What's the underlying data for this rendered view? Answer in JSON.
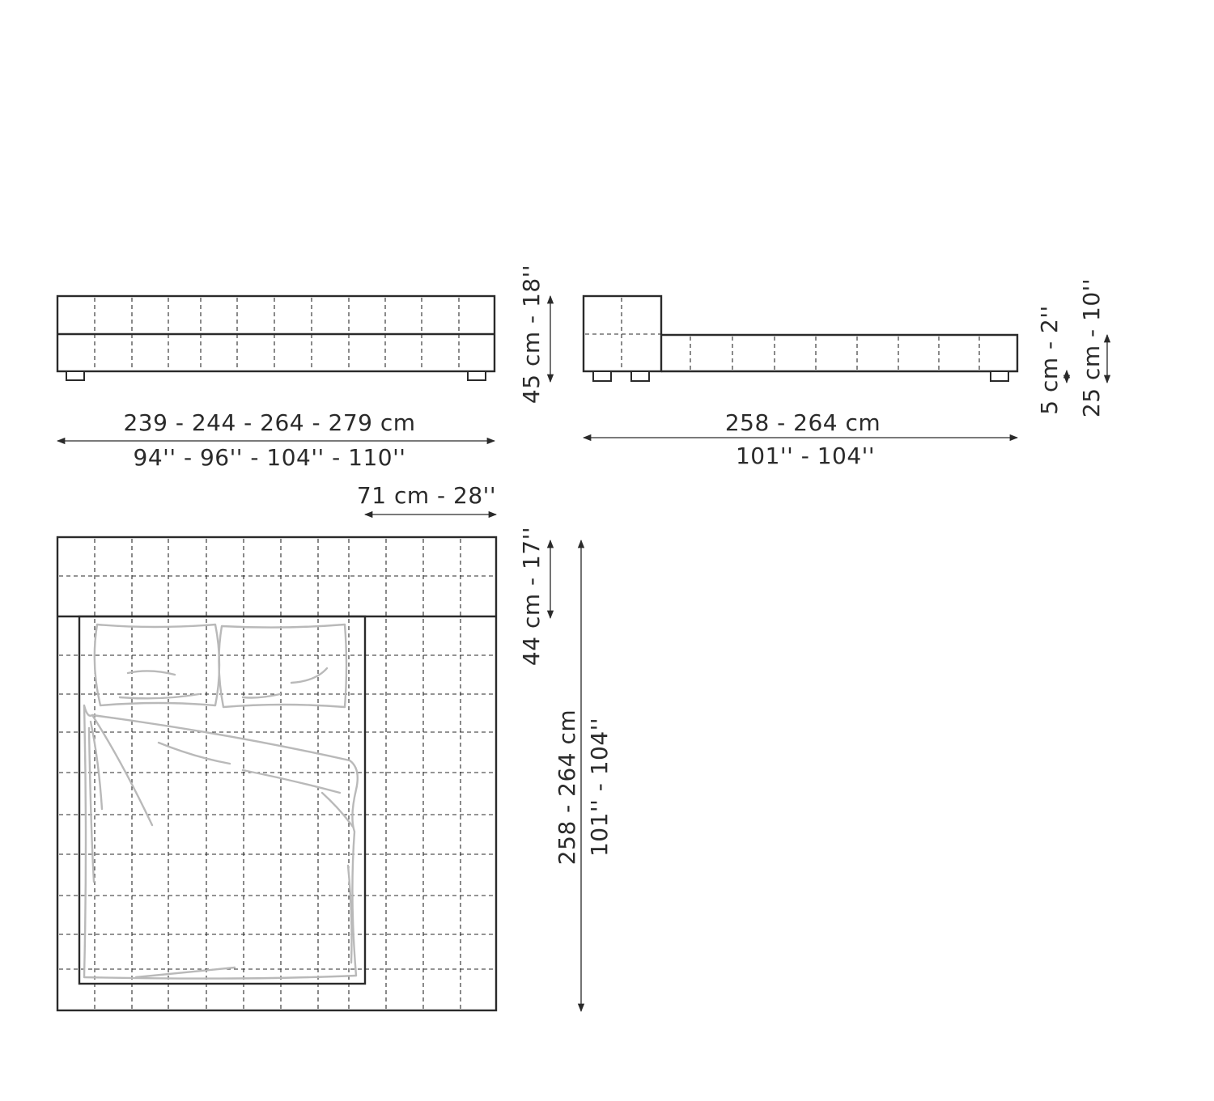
{
  "front_view": {
    "width_cm": "239 - 244 - 264 - 279 cm",
    "width_in": "94'' - 96'' - 104'' - 110''",
    "height": "45 cm - 18''"
  },
  "side_view": {
    "length_cm": "258 - 264 cm",
    "length_in": "101'' - 104''",
    "foot_height": "5 cm - 2''",
    "frame_height": "25 cm - 10''"
  },
  "top_view": {
    "side_extension": "71 cm - 28''",
    "headboard_depth": "44 cm - 17''",
    "length_cm": "258 - 264 cm",
    "length_in": "101'' - 104''"
  }
}
